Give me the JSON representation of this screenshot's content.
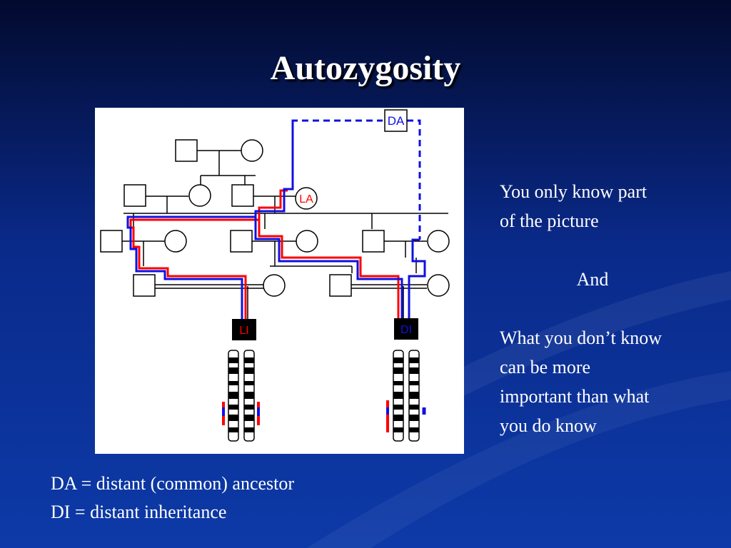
{
  "slide": {
    "title": "Autozygosity",
    "side_text": {
      "line1": "You only know part",
      "line2": "of  the picture",
      "line3": "And",
      "line4": "What you don’t know",
      "line5": "can be more",
      "line6": "important than what",
      "line7": "you do know"
    },
    "legend": {
      "line1": "DA = distant (common) ancestor",
      "line2": "DI = distant inheritance"
    }
  },
  "diagram": {
    "labels": {
      "da": "DA",
      "la": "LA",
      "li": "LI",
      "di": "DI"
    },
    "colors": {
      "red_path": "#ff0000",
      "blue_path": "#1010e0",
      "line": "#000000",
      "label_box": "#000000"
    }
  }
}
